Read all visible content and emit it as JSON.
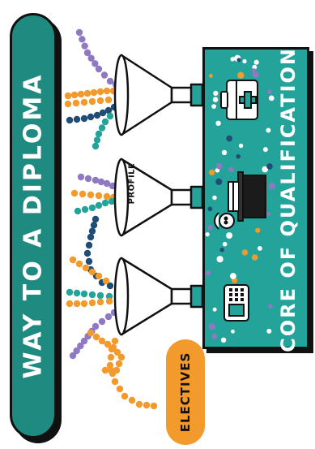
{
  "title": "WAY TO A DIPLOMA",
  "core_label": "CORE OF QUALIFICATION",
  "funnel_label": "PROFILE",
  "electives_label": "ELECTIVES",
  "icons": [
    "first-aid-kit-icon",
    "cook-at-stove-icon",
    "card-reader-icon"
  ],
  "colors": {
    "teal_dark": "#1f8a80",
    "teal": "#24a39a",
    "orange": "#f39a2d",
    "purple": "#8e79c2",
    "navy": "#1f4d75",
    "outline": "#111111"
  }
}
